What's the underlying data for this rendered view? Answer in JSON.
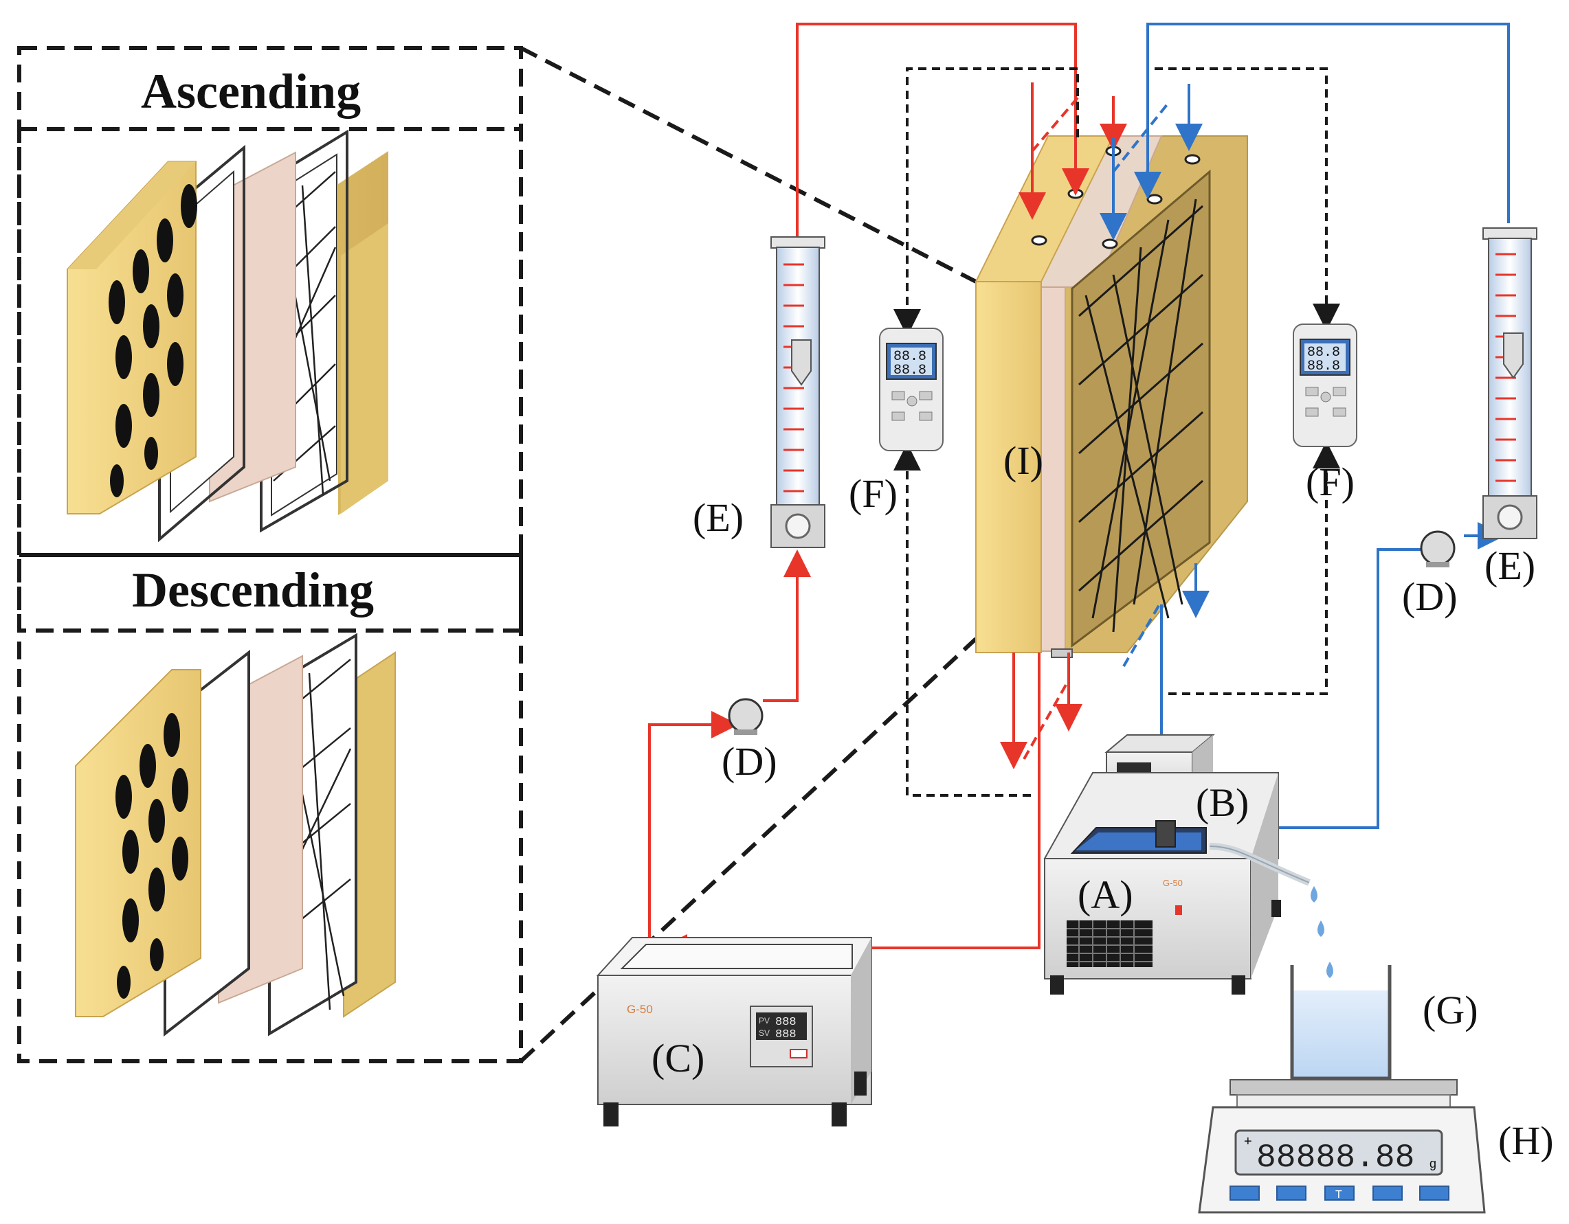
{
  "panels": {
    "ascending": "Ascending",
    "descending": "Descending"
  },
  "labels": {
    "A": "(A)",
    "B": "(B)",
    "C": "(C)",
    "D_left": "(D)",
    "D_right": "(D)",
    "E_left": "(E)",
    "E_right": "(E)",
    "F_left": "(F)",
    "F_right": "(F)",
    "G": "(G)",
    "H": "(H)",
    "I": "(I)"
  },
  "device_text": {
    "bath_brand_c": "G-50",
    "bath_brand_a": "G-50",
    "controller_pv": "PV",
    "controller_sv": "SV",
    "controller_digits_1": "888",
    "controller_digits_2": "888",
    "thermo_digits_1": "88.8",
    "thermo_digits_2": "88.8",
    "scale_display": "88888.88",
    "scale_unit": "g",
    "scale_sign": "+",
    "scale_tare": "T"
  },
  "colors": {
    "hot_line": "#e8352a",
    "cold_line": "#2f74c8",
    "signal_line": "#1a1a1a",
    "plate": "#f3d98a",
    "plate_shadow": "#d9b964",
    "membrane": "#ecd5c8",
    "water": "#cfe3f7",
    "device_body": "#e6e6e6"
  }
}
